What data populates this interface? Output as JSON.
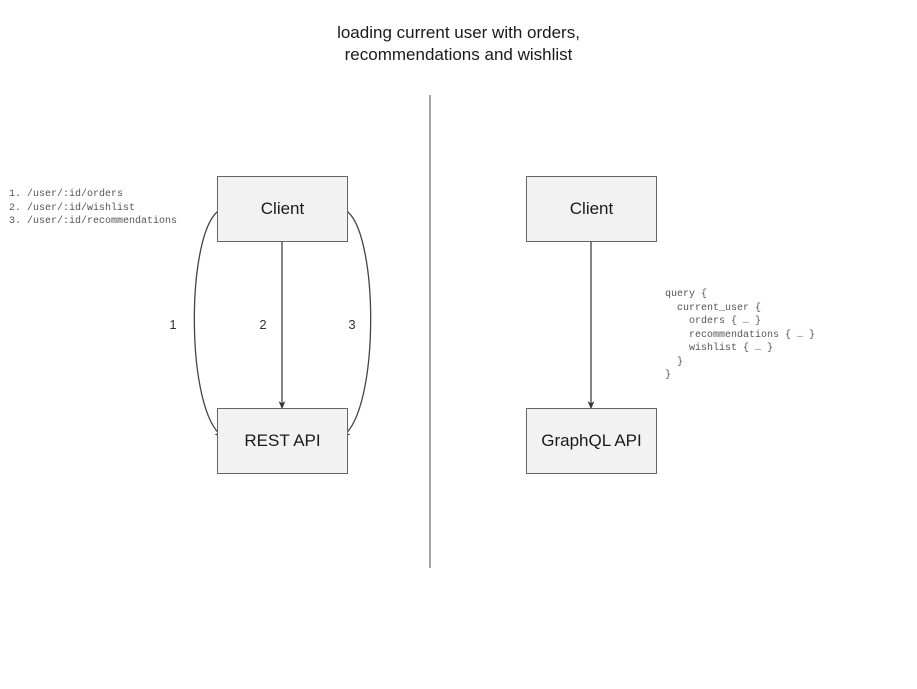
{
  "title": "loading current user with orders,\nrecommendations and wishlist",
  "colors": {
    "node_fill": "#f2f2f2",
    "node_stroke": "#666666",
    "edge_stroke": "#555555",
    "divider_stroke": "#808080",
    "text": "#1a1a1a",
    "code_text": "#555555"
  },
  "left_panel": {
    "name": "rest-approach",
    "endpoints_code": "1. /user/:id/orders\n2. /user/:id/wishlist\n3. /user/:id/recommendations",
    "endpoints": [
      {
        "number": "1.",
        "path": "/user/:id/orders"
      },
      {
        "number": "2.",
        "path": "/user/:id/wishlist"
      },
      {
        "number": "3.",
        "path": "/user/:id/recommendations"
      }
    ],
    "nodes": {
      "client": "Client",
      "api": "REST API"
    },
    "edge_labels": [
      "1",
      "2",
      "3"
    ]
  },
  "right_panel": {
    "name": "graphql-approach",
    "nodes": {
      "client": "Client",
      "api": "GraphQL API"
    },
    "query_code": "query {\n  current_user {\n    orders { … }\n    recommendations { … }\n    wishlist { … }\n  }\n}"
  }
}
